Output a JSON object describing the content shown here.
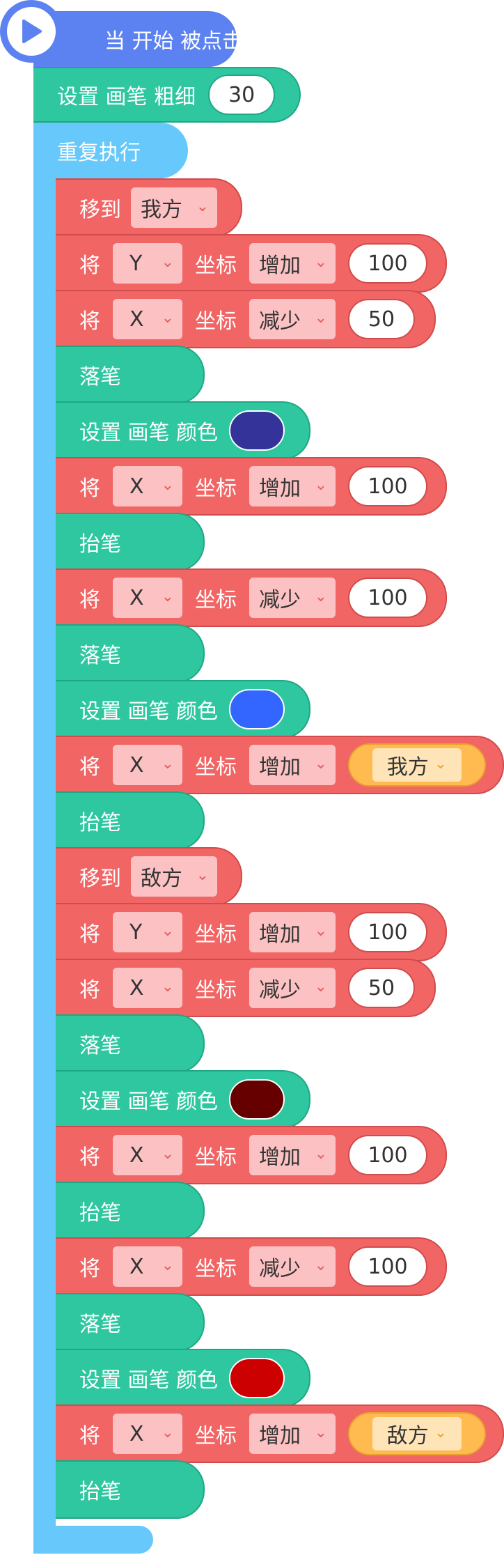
{
  "event": {
    "label": "当 开始 被点击",
    "icon": "play-icon"
  },
  "pen_size": {
    "label": "设置 画笔 粗细",
    "value": "30"
  },
  "loop": {
    "label": "重复执行"
  },
  "labels": {
    "move_to": "移到",
    "set_prefix": "将",
    "coord": "坐标",
    "pen_down": "落笔",
    "pen_up": "抬笔",
    "set_color": "设置 画笔 颜色"
  },
  "colors": {
    "event": "#5b82f0",
    "pen": "#2ec7a0",
    "motion": "#f26565",
    "loop": "#66c8fb",
    "sensing": "#ffbb50"
  },
  "blocks": [
    {
      "type": "move_to",
      "target": "我方"
    },
    {
      "type": "change",
      "axis": "Y",
      "op": "增加",
      "value": "100"
    },
    {
      "type": "change",
      "axis": "X",
      "op": "减少",
      "value": "50"
    },
    {
      "type": "pen_down"
    },
    {
      "type": "color",
      "color": "#333399"
    },
    {
      "type": "change",
      "axis": "X",
      "op": "增加",
      "value": "100"
    },
    {
      "type": "pen_up"
    },
    {
      "type": "change",
      "axis": "X",
      "op": "减少",
      "value": "100"
    },
    {
      "type": "pen_down"
    },
    {
      "type": "color",
      "color": "#3366ff"
    },
    {
      "type": "change_sensing",
      "axis": "X",
      "op": "增加",
      "value": "我方"
    },
    {
      "type": "pen_up"
    },
    {
      "type": "move_to",
      "target": "敌方"
    },
    {
      "type": "change",
      "axis": "Y",
      "op": "增加",
      "value": "100"
    },
    {
      "type": "change",
      "axis": "X",
      "op": "减少",
      "value": "50"
    },
    {
      "type": "pen_down"
    },
    {
      "type": "color",
      "color": "#660000"
    },
    {
      "type": "change",
      "axis": "X",
      "op": "增加",
      "value": "100"
    },
    {
      "type": "pen_up"
    },
    {
      "type": "change",
      "axis": "X",
      "op": "减少",
      "value": "100"
    },
    {
      "type": "pen_down"
    },
    {
      "type": "color",
      "color": "#cc0000"
    },
    {
      "type": "change_sensing",
      "axis": "X",
      "op": "增加",
      "value": "敌方"
    },
    {
      "type": "pen_up"
    }
  ]
}
